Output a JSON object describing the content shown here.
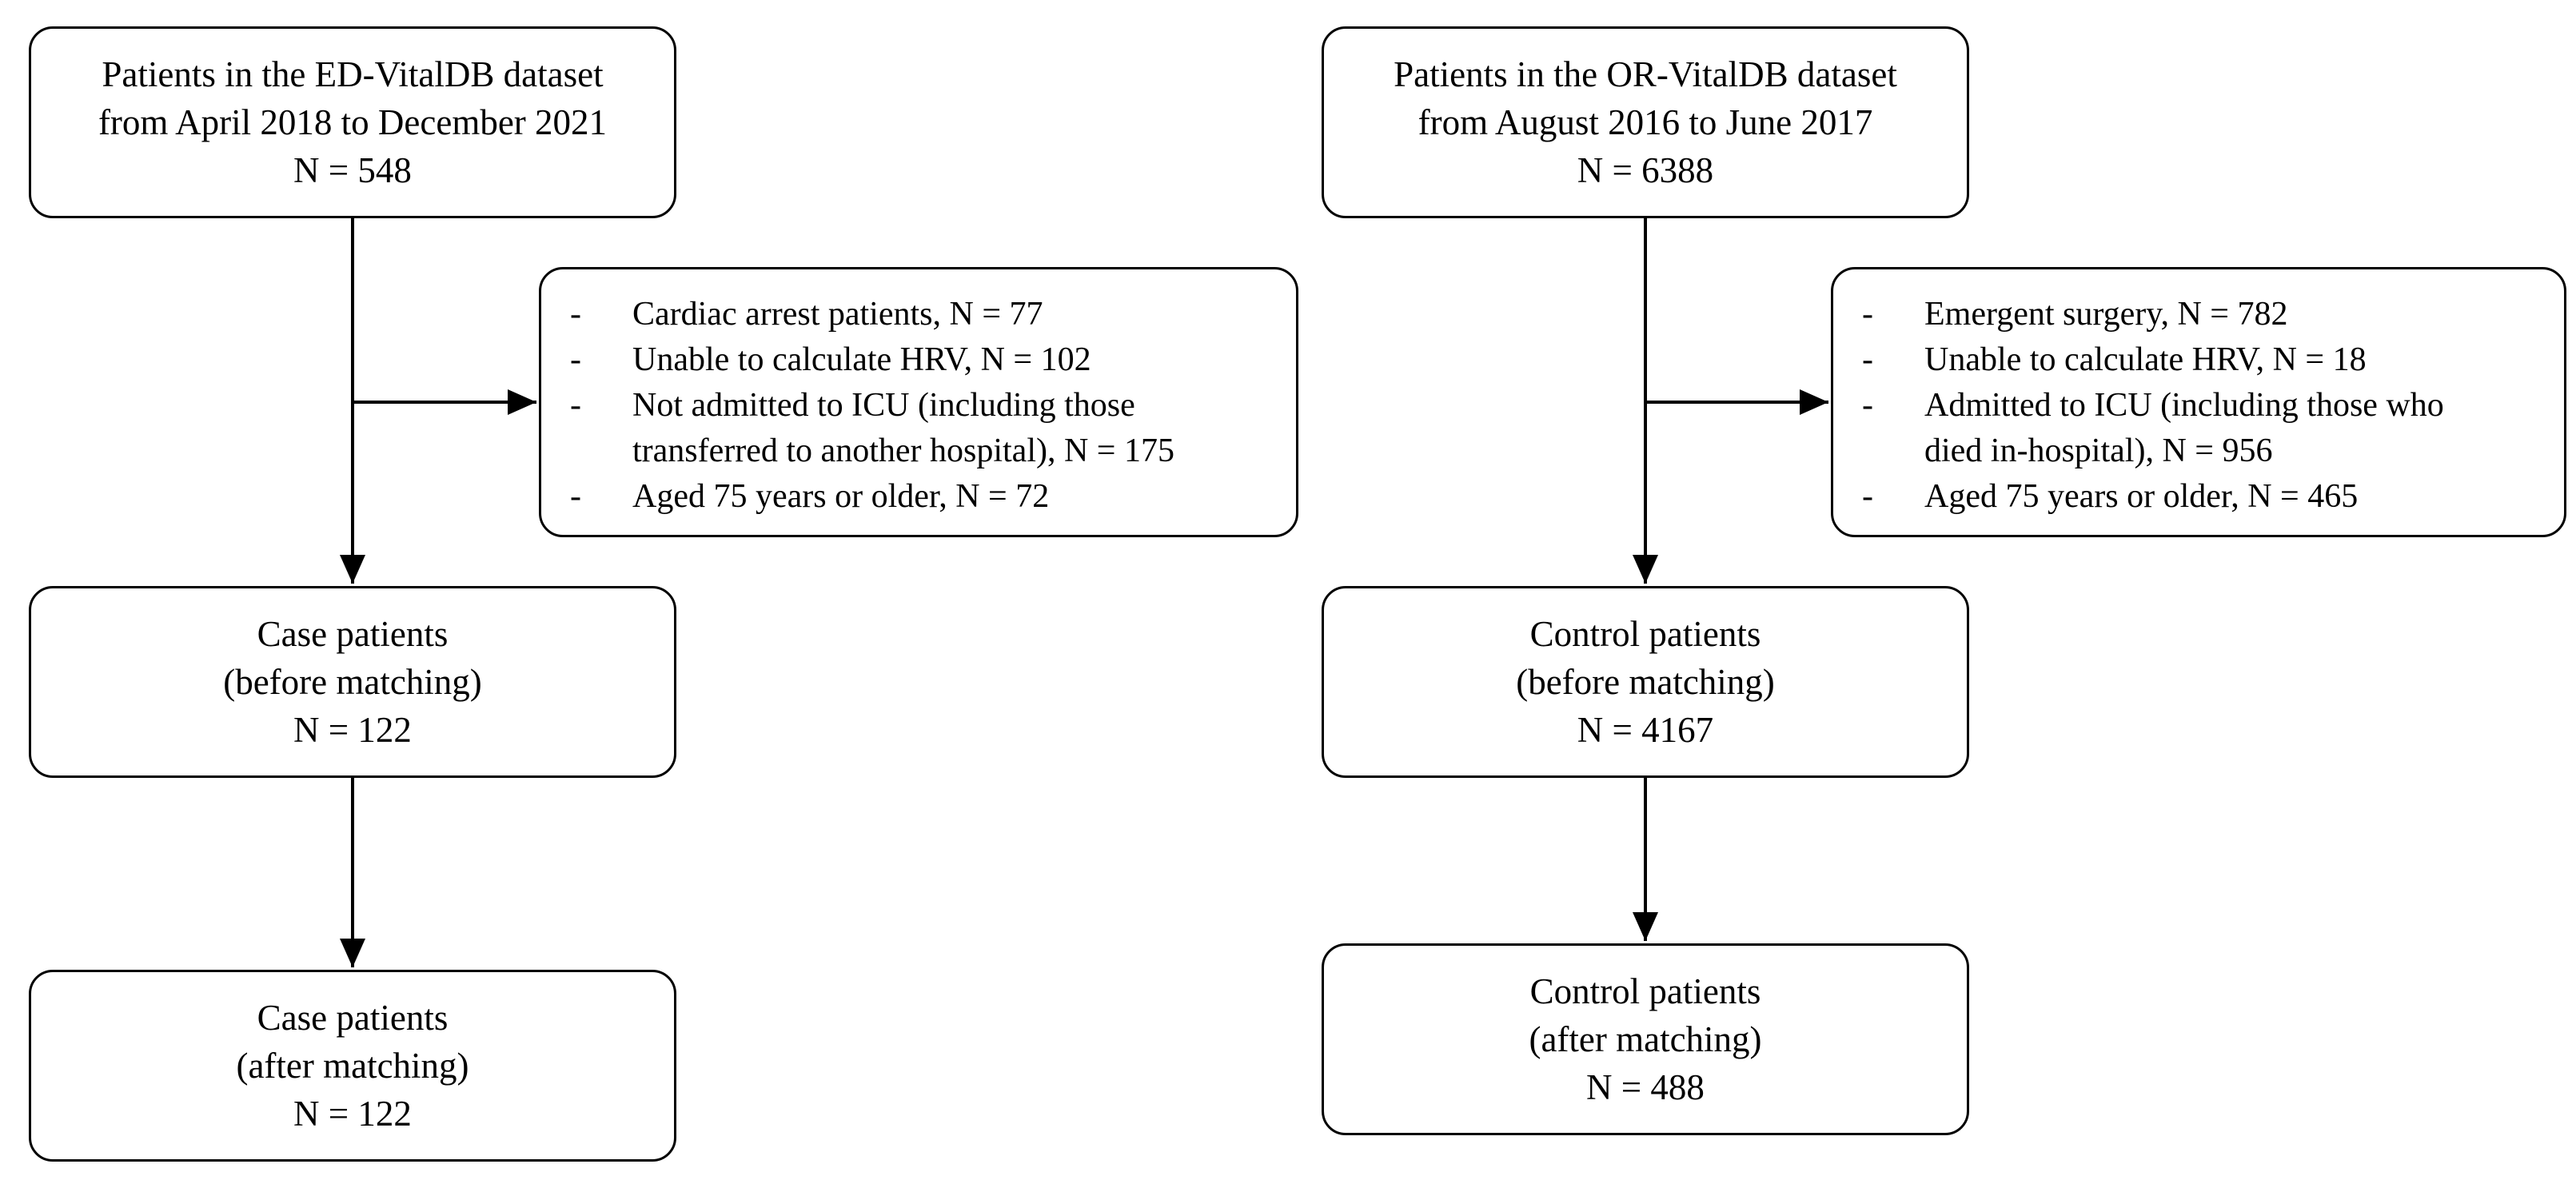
{
  "left_flow": {
    "dataset_box": {
      "lines": [
        "Patients in the ED-VitalDB dataset",
        "from April 2018 to December 2021",
        "N = 548"
      ]
    },
    "exclusions_box": {
      "items": [
        {
          "dash": "-",
          "lines": [
            "Cardiac arrest patients, N = 77"
          ]
        },
        {
          "dash": "-",
          "lines": [
            "Unable to calculate HRV, N = 102"
          ]
        },
        {
          "dash": "-",
          "lines": [
            "Not admitted to ICU (including those",
            "transferred to another hospital), N = 175"
          ]
        },
        {
          "dash": "-",
          "lines": [
            "Aged 75 years or older, N = 72"
          ]
        }
      ]
    },
    "before_matching_box": {
      "lines": [
        "Case patients",
        "(before matching)",
        "N = 122"
      ]
    },
    "after_matching_box": {
      "lines": [
        "Case patients",
        "(after matching)",
        "N = 122"
      ]
    }
  },
  "right_flow": {
    "dataset_box": {
      "lines": [
        "Patients in the OR-VitalDB dataset",
        "from August 2016 to June 2017",
        "N = 6388"
      ]
    },
    "exclusions_box": {
      "items": [
        {
          "dash": "-",
          "lines": [
            "Emergent surgery, N = 782"
          ]
        },
        {
          "dash": "-",
          "lines": [
            "Unable to calculate HRV, N = 18"
          ]
        },
        {
          "dash": "-",
          "lines": [
            "Admitted to ICU (including those who",
            "died in-hospital), N = 956"
          ]
        },
        {
          "dash": "-",
          "lines": [
            "Aged 75 years or older, N = 465"
          ]
        }
      ]
    },
    "before_matching_box": {
      "lines": [
        "Control patients",
        "(before matching)",
        "N = 4167"
      ]
    },
    "after_matching_box": {
      "lines": [
        "Control patients",
        "(after matching)",
        "N = 488"
      ]
    }
  },
  "colors": {
    "stroke": "#000000",
    "background": "#ffffff"
  }
}
